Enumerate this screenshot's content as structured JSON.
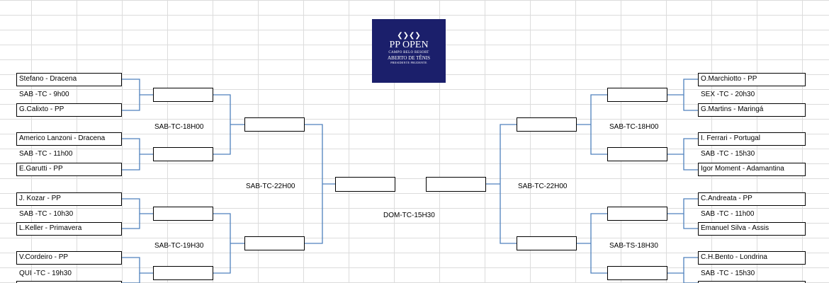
{
  "logo": {
    "line1": "PP OPEN",
    "line2": "CAMPO BELO RESORT",
    "line3": "ABERTO DE TÊNIS",
    "line4": "PRESIDENTE PRUDENTE",
    "brand_color": "#1b1f6b"
  },
  "left": {
    "matches": [
      {
        "player1": "Stefano - Dracena",
        "info": "SAB -TC - 9h00",
        "player2": "G.Calixto - PP"
      },
      {
        "player1": "Americo Lanzoni - Dracena",
        "info": "SAB -TC - 11h00",
        "player2": "E.Garutti - PP"
      },
      {
        "player1": "J. Kozar - PP",
        "info": "SAB -TC - 10h30",
        "player2": "L.Keller - Primavera"
      },
      {
        "player1": "V.Cordeiro - PP",
        "info": "QUI -TC - 19h30",
        "player2": ""
      }
    ],
    "round2_labels": [
      "SAB-TC-18H00",
      "SAB-TC-19H30"
    ],
    "semi_label": "SAB-TC-22H00"
  },
  "right": {
    "matches": [
      {
        "player1": "O.Marchiotto - PP",
        "info": "SEX -TC - 20h30",
        "player2": "G.Martins - Maringá"
      },
      {
        "player1": "I. Ferrari - Portugal",
        "info": "SAB -TC - 15h30",
        "player2": "Igor Moment - Adamantina"
      },
      {
        "player1": "C.Andreata - PP",
        "info": "SAB -TC - 11h00",
        "player2": "Emanuel Silva - Assis"
      },
      {
        "player1": "C.H.Bento - Londrina",
        "info": "SAB -TC - 15h30",
        "player2": ""
      }
    ],
    "round2_labels": [
      "SAB-TC-18H00",
      "SAB-TS-18H30"
    ],
    "semi_label": "SAB-TC-22H00"
  },
  "final_label": "DOM-TC-15H30"
}
